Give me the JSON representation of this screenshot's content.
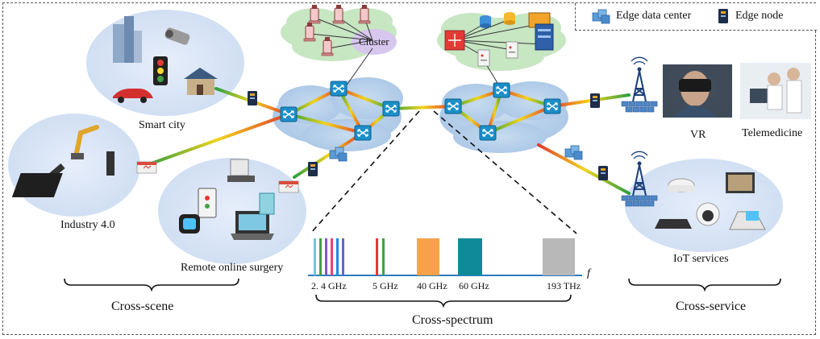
{
  "legend": {
    "edge_data_center": "Edge data center",
    "edge_node": "Edge node"
  },
  "cluster_label": "Cluster",
  "scenes": {
    "smart_city": "Smart city",
    "industry": "Industry 4.0",
    "surgery": "Remote online surgery"
  },
  "services": {
    "vr": "VR",
    "telemedicine": "Telemedicine",
    "iot": "IoT services"
  },
  "spectrum": {
    "bands": [
      {
        "label": "2. 4 GHz"
      },
      {
        "label": "5 GHz"
      },
      {
        "label": "40 GHz"
      },
      {
        "label": "60 GHz"
      },
      {
        "label": "193 THz"
      }
    ],
    "axis_symbol": "f"
  },
  "sections": {
    "cross_scene": "Cross-scene",
    "cross_spectrum": "Cross-spectrum",
    "cross_service": "Cross-service"
  },
  "colors": {
    "ellipse": "#d9e4f5",
    "cloud_core": "#b5cfe8",
    "cloud_cluster": "#c7e6c2",
    "cluster_bubble": "#d7c6ee",
    "switch": "#1a8fc9",
    "bar_orange": "#f7a24a",
    "bar_teal": "#0f8a99",
    "bar_gray": "#b8b8b8",
    "link_gradient": [
      "#2e9e3e",
      "#f2d41f",
      "#e03b2b"
    ]
  }
}
